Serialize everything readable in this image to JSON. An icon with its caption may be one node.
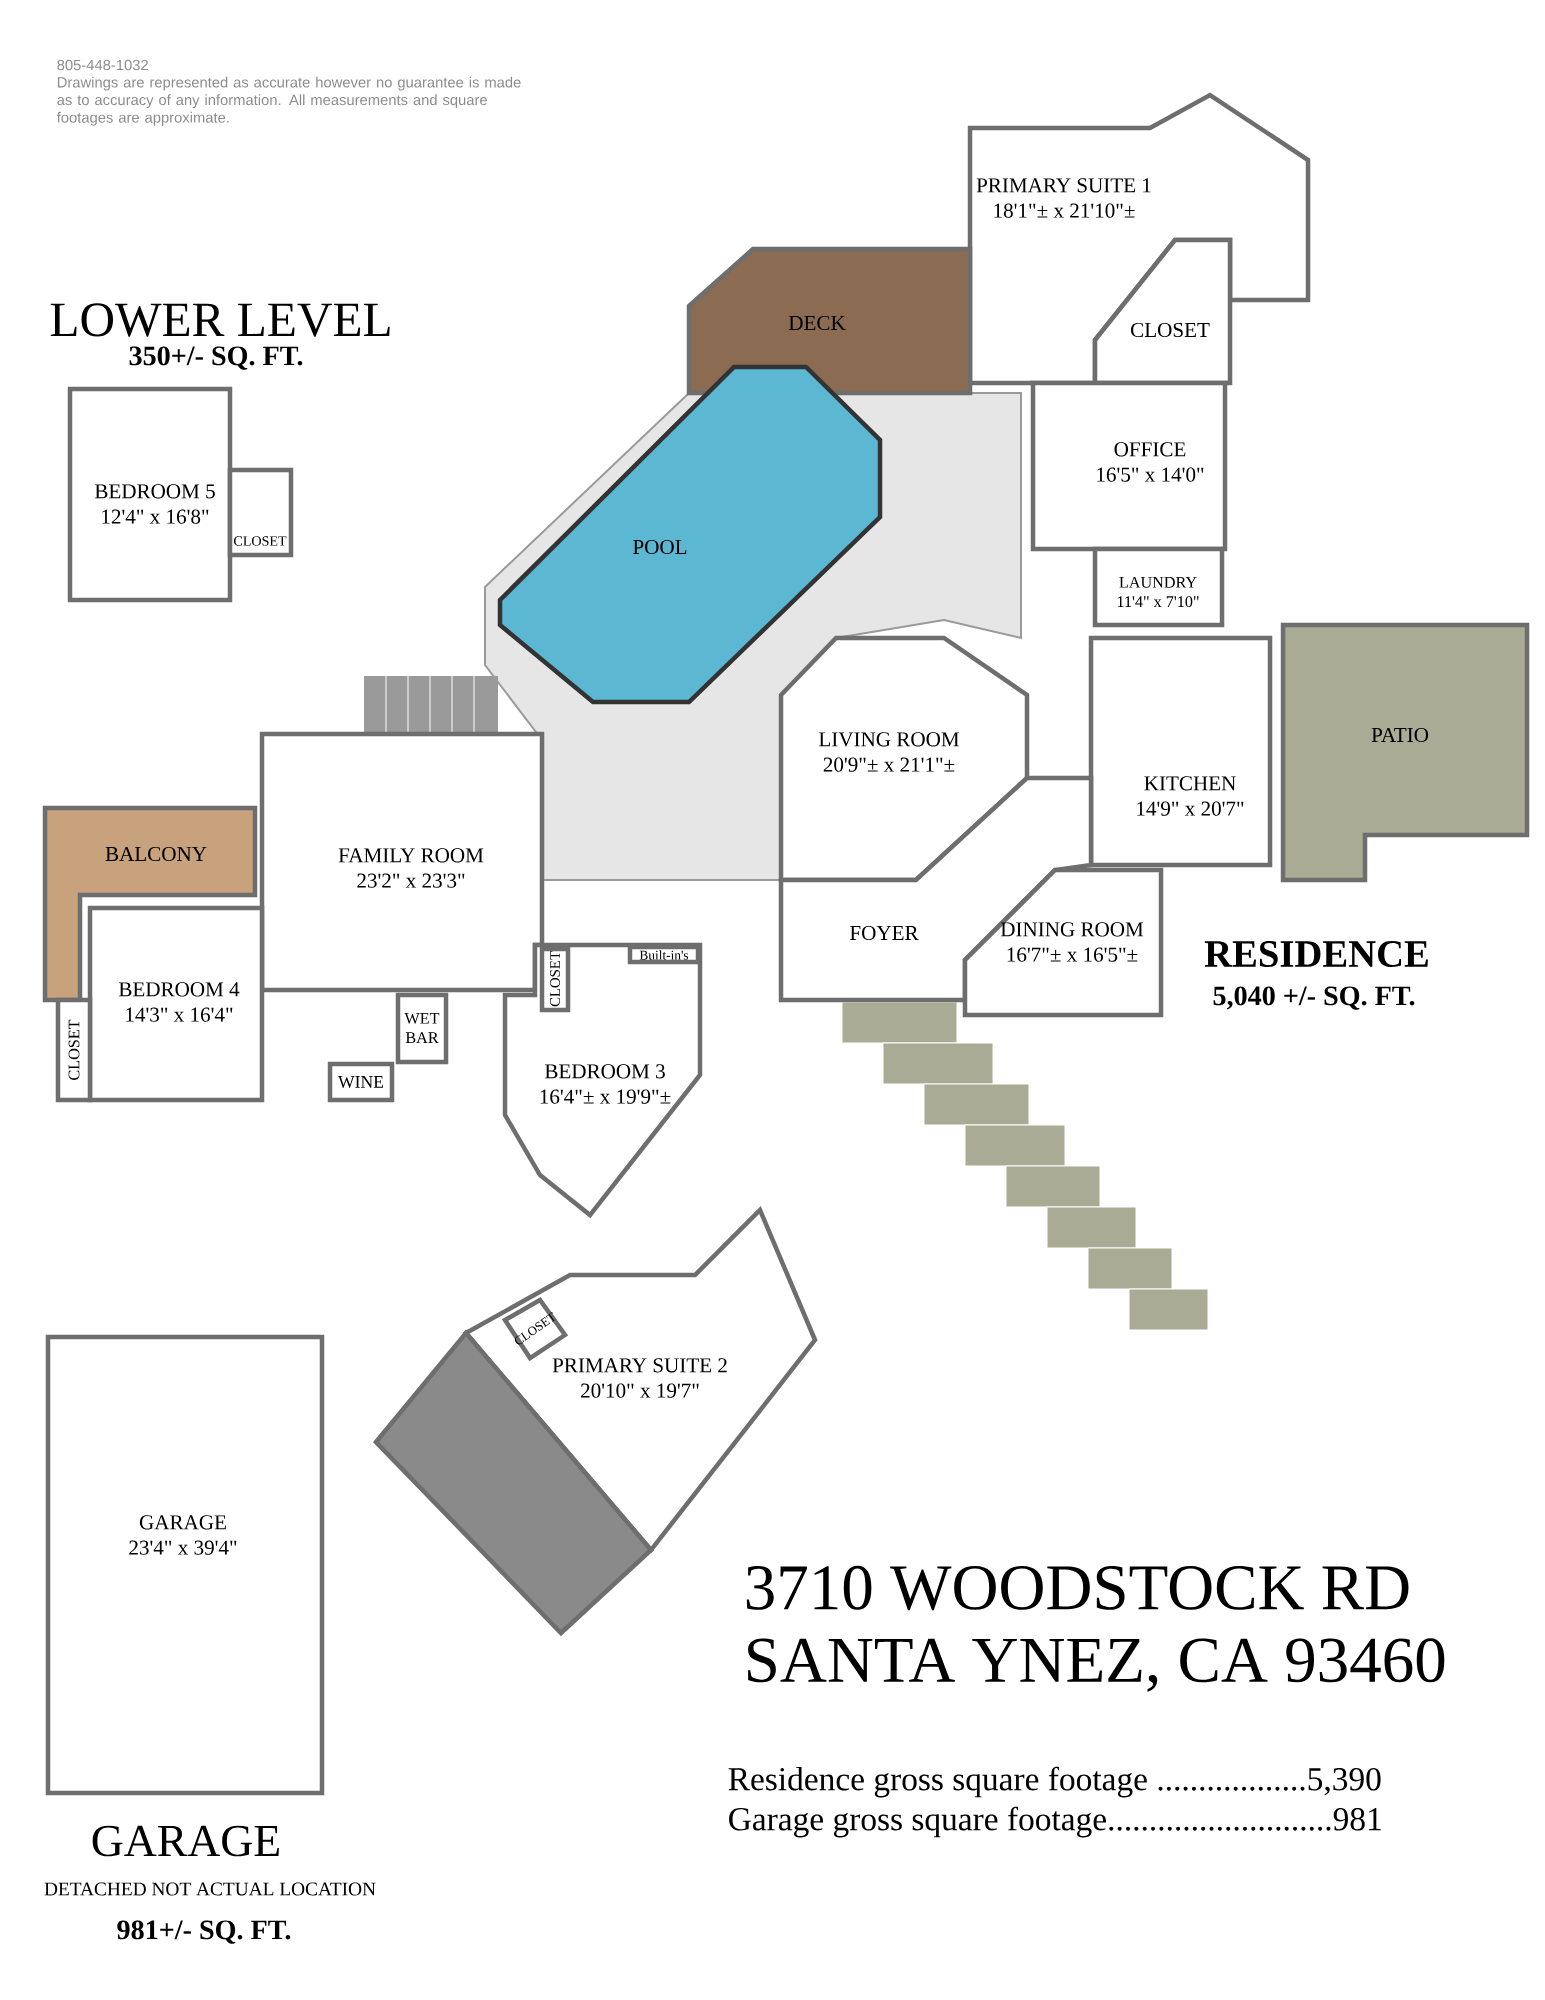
{
  "diagram": {
    "nodes": [
      {
        "text": [
          "PRIMARY SUITE 1",
          "18'1\"± x 21'10\"±"
        ]
      },
      {
        "text": [
          "CLOSET"
        ]
      },
      {
        "text": [
          "DECK"
        ]
      },
      {
        "text": [
          "BEDROOM 5",
          "12'4\" x 16'8\""
        ]
      },
      {
        "text": [
          "CLOSET"
        ]
      },
      {
        "text": [
          "OFFICE",
          "16'5\" x 14'0\""
        ]
      },
      {
        "text": [
          "POOL"
        ]
      },
      {
        "text": [
          "LAUNDRY",
          "11'4\" x 7'10\""
        ]
      },
      {
        "text": [
          "PATIO"
        ]
      },
      {
        "text": [
          "LIVING ROOM",
          "20'9\"± x 21'1\"±"
        ]
      },
      {
        "text": [
          "KITCHEN",
          "14'9\" x 20'7\""
        ]
      },
      {
        "text": [
          "BALCONY"
        ]
      },
      {
        "text": [
          "FAMILY ROOM",
          "23'2\" x 23'3\""
        ]
      },
      {
        "text": [
          "FOYER"
        ]
      },
      {
        "text": [
          "DINING ROOM",
          "16'7\"± x 16'5\"±"
        ]
      },
      {
        "text": [
          "BEDROOM 4",
          "14'3\" x 16'4\""
        ]
      },
      {
        "text": [
          "CLOSET"
        ]
      },
      {
        "text": [
          "WET BAR"
        ]
      },
      {
        "text": [
          "WINE"
        ]
      },
      {
        "text": [
          "BEDROOM 3",
          "16'4\"± x 19'9\"±"
        ]
      },
      {
        "text": [
          "CLOSET"
        ],
        "in": 19
      },
      {
        "text": [
          "Built-in's"
        ],
        "in": 19
      },
      {
        "text": [
          "PRIMARY SUITE 2",
          "20'10\" x 19'7\""
        ]
      },
      {
        "text": [
          "CLOSET"
        ],
        "in": 22
      },
      {
        "text": [
          "GARAGE",
          "23'4\" x 39'4\""
        ],
        "beside": [
          "GARAGE",
          "DETACHED NOT ACTUAL LOCATION",
          "981+/- SQ. FT."
        ]
      },
      {
        "text": [],
        "shape": "box"
      }
    ],
    "labels": [
      "805-448-1032",
      "Drawings are represented as accurate however no guarantee is made as to accuracy of any information. All measurements and square footages are approximate.",
      "LOWER LEVEL",
      "350+/- SQ. FT.",
      "RESIDENCE",
      "5,040 +/- SQ. FT.",
      "3710 WOODSTOCK RD",
      "SANTA YNEZ, CA 93460",
      "Residence gross square footage ..................5,390",
      "Garage gross square footage...........................981"
    ]
  }
}
